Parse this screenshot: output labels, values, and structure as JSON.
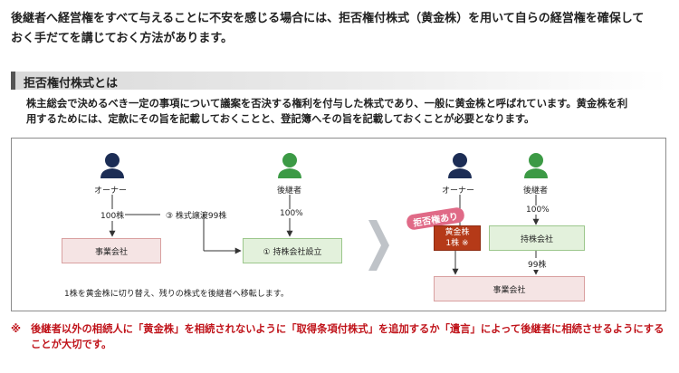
{
  "intro": {
    "line1": "後継者へ経営権をすべて与えることに不安を感じる場合には、拒否権付株式（黄金株）を用いて自らの経営権を確保して",
    "line2": "おく手だてを講じておく方法があります。"
  },
  "section": {
    "title": "拒否権付株式とは"
  },
  "definition": {
    "line1": "株主総会で決めるべき一定の事項について議案を否決する権利を付与した株式であり、一般に黄金株と呼ばれています。黄金株を利",
    "line2": "用するためには、定款にその旨を記載しておくことと、登記簿へその旨を記載しておくことが必要となります。"
  },
  "colors": {
    "owner": "#1c2d55",
    "successor": "#3c9a45",
    "golden": "#b53a18",
    "badge": "#e06a87",
    "note": "#c0141b"
  },
  "diagram": {
    "before": {
      "owner_label": "オーナー",
      "successor_label": "後継者",
      "owner_shares": "100株",
      "successor_pct": "100%",
      "transfer": "③ 株式譲渡99株",
      "operating_company": "事業会社",
      "holding_company": "① 持株会社設立",
      "caption": "1株を黄金株に切り替え、残りの株式を後継者へ移転します。"
    },
    "arrow_icon": "chevron-right-icon",
    "after": {
      "owner_label": "オーナー",
      "successor_label": "後継者",
      "veto_badge": "拒否権あり",
      "golden_line1": "黄金株",
      "golden_line2": "1株 ※",
      "successor_pct": "100%",
      "holding_company": "持株会社",
      "holding_shares": "99株",
      "operating_company": "事業会社"
    }
  },
  "note": {
    "mark": "※",
    "text": "後継者以外の相続人に「黄金株」を相続されないように「取得条項付株式」を追加するか「遺言」によって後継者に相続させるようにすることが大切です。"
  }
}
